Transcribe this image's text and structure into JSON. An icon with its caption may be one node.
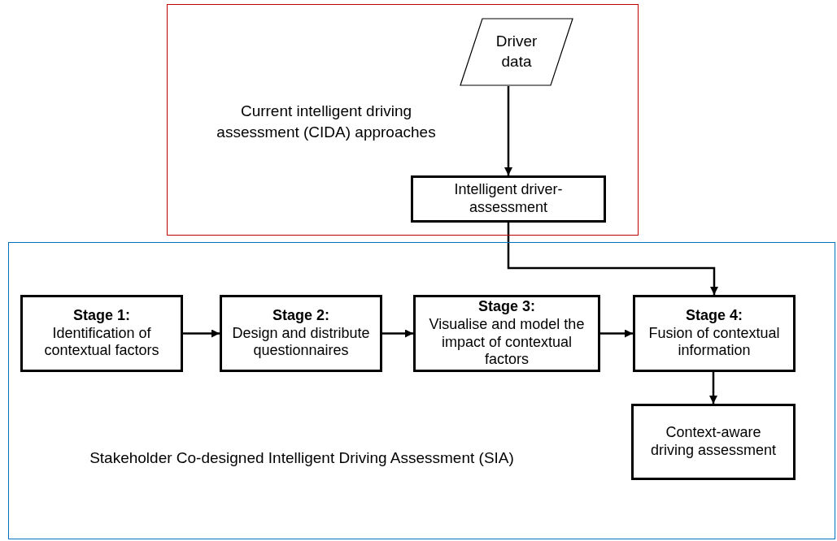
{
  "diagram": {
    "nodes": [
      {
        "text": [
          "Current intelligent driving assessment (CIDA) approaches"
        ]
      },
      {
        "text": [
          "Driver data"
        ],
        "in": 0
      },
      {
        "text": [
          "Intelligent driver-assessment"
        ],
        "in": 0
      },
      {
        "text": [
          "Stakeholder Co-designed Intelligent Driving Assessment (SIA)"
        ]
      },
      {
        "text": [
          "Stage 1:",
          "Identification of contextual factors"
        ],
        "in": 3
      },
      {
        "text": [
          "Stage 2:",
          "Design and distribute questionnaires"
        ],
        "in": 3
      },
      {
        "text": [
          "Stage 3:",
          "Visualise and model the impact of contextual factors"
        ],
        "in": 3
      },
      {
        "text": [
          "Stage 4:",
          "Fusion of contextual information"
        ],
        "in": 3
      },
      {
        "text": [
          "Context-aware driving assessment"
        ],
        "in": 3
      }
    ],
    "edges": [
      {
        "from": 1,
        "to": 2,
        "arrow": "to"
      },
      {
        "from": 2,
        "to": 7,
        "arrow": "to"
      },
      {
        "from": 4,
        "to": 5,
        "arrow": "to"
      },
      {
        "from": 5,
        "to": 6,
        "arrow": "to"
      },
      {
        "from": 6,
        "to": 7,
        "arrow": "to"
      },
      {
        "from": 7,
        "to": 8,
        "arrow": "to"
      }
    ]
  }
}
